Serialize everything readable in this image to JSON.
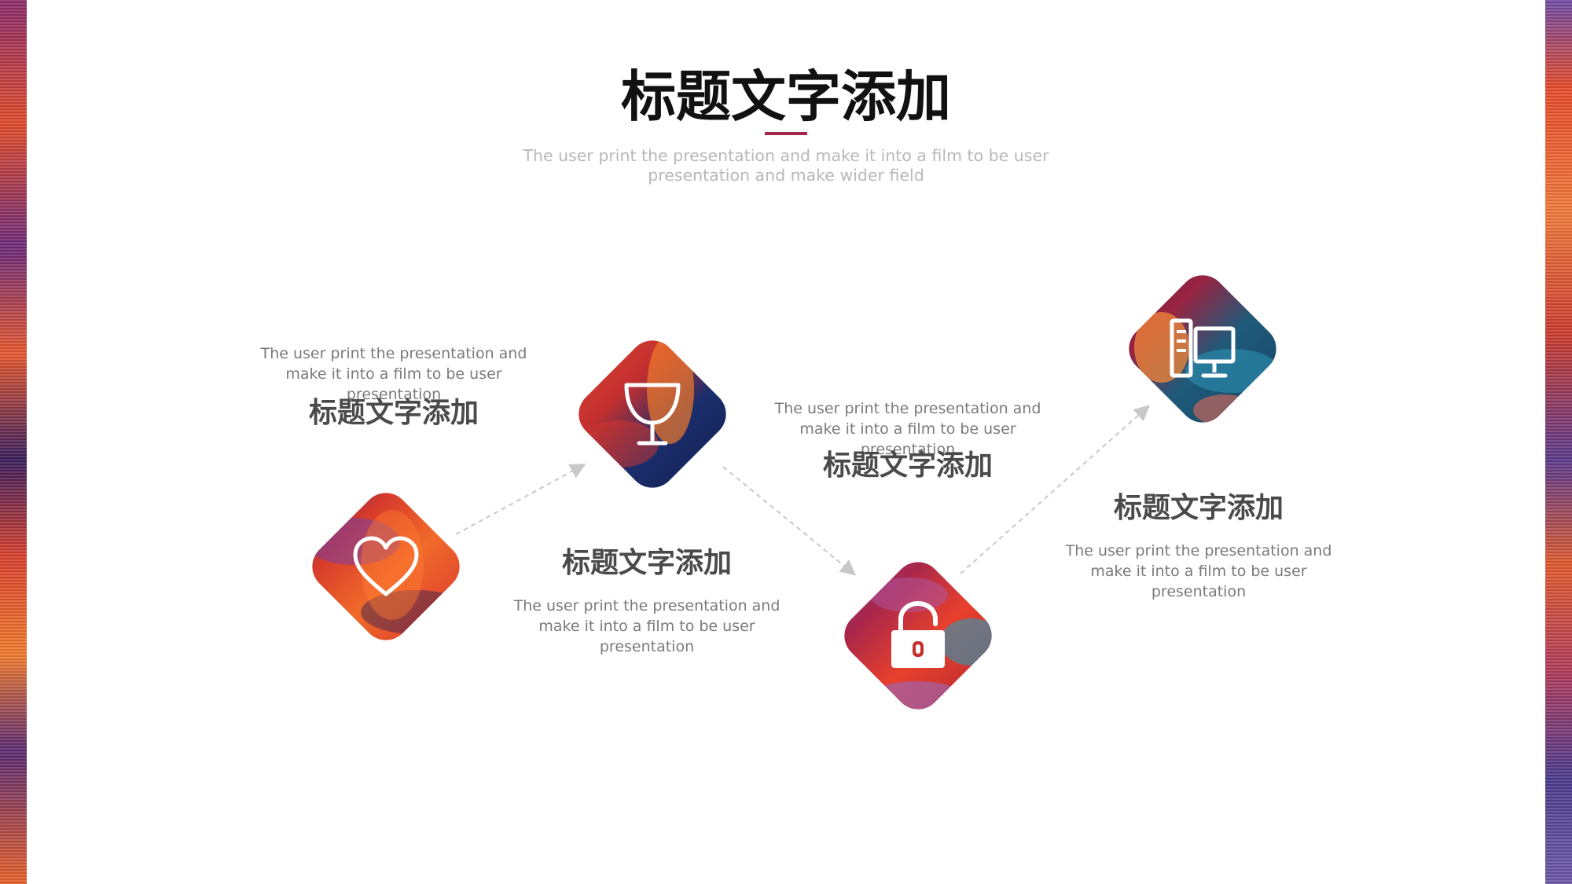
{
  "page": {
    "title": "标题文字添加",
    "subtitle": "The user print the presentation and make it into a film to be user presentation and make wider field"
  },
  "colors": {
    "accent": "#a3284a",
    "title": "#111111",
    "label": "#4a4a4a",
    "body": "#7a7a7a",
    "subtitle": "#b8b8b8",
    "connector": "#c8c8c8"
  },
  "steps": [
    {
      "icon": "heart-icon",
      "label": "标题文字添加",
      "text": "The user print the presentation and make it into a film to be user presentation"
    },
    {
      "icon": "trophy-icon",
      "label": "标题文字添加",
      "text": "The user print the presentation and make it into a film to be user presentation"
    },
    {
      "icon": "lock-icon",
      "label": "标题文字添加",
      "text": "The user print the presentation and make it into a film to be user presentation"
    },
    {
      "icon": "computer-icon",
      "label": "标题文字添加",
      "text": "The user print the presentation and make it into a film to be user presentation"
    }
  ]
}
